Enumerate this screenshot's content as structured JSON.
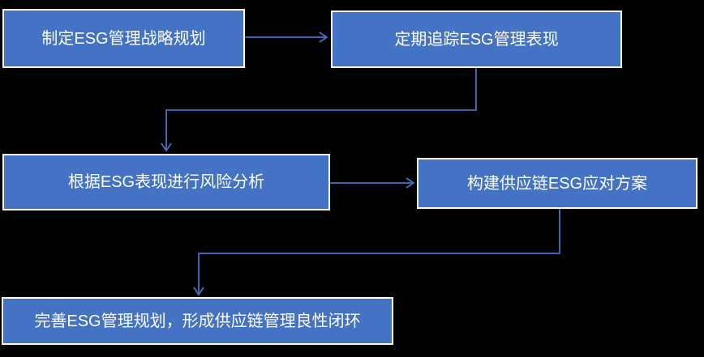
{
  "diagram": {
    "title": "ESG supply chain management flow",
    "colors": {
      "background": "#000000",
      "node_fill": "#4472C4",
      "node_border": "#FFFFFF",
      "text": "#FFFFFF",
      "connector": "#4472C4"
    },
    "nodes": [
      {
        "id": "strategy-planning",
        "label": "制定ESG管理战略规划"
      },
      {
        "id": "track-performance",
        "label": "定期追踪ESG管理表现"
      },
      {
        "id": "risk-analysis",
        "label": "根据ESG表现进行风险分析"
      },
      {
        "id": "response-plan",
        "label": "构建供应链ESG应对方案"
      },
      {
        "id": "closed-loop",
        "label": "完善ESG管理规划，形成供应链管理良性闭环"
      }
    ],
    "connections": [
      {
        "from": "制定ESG管理战略规划",
        "to": "定期追踪ESG管理表现"
      },
      {
        "from": "定期追踪ESG管理表现",
        "to": "根据ESG表现进行风险分析"
      },
      {
        "from": "根据ESG表现进行风险分析",
        "to": "构建供应链ESG应对方案"
      },
      {
        "from": "构建供应链ESG应对方案",
        "to": "完善ESG管理规划，形成供应链管理良性闭环"
      }
    ]
  }
}
